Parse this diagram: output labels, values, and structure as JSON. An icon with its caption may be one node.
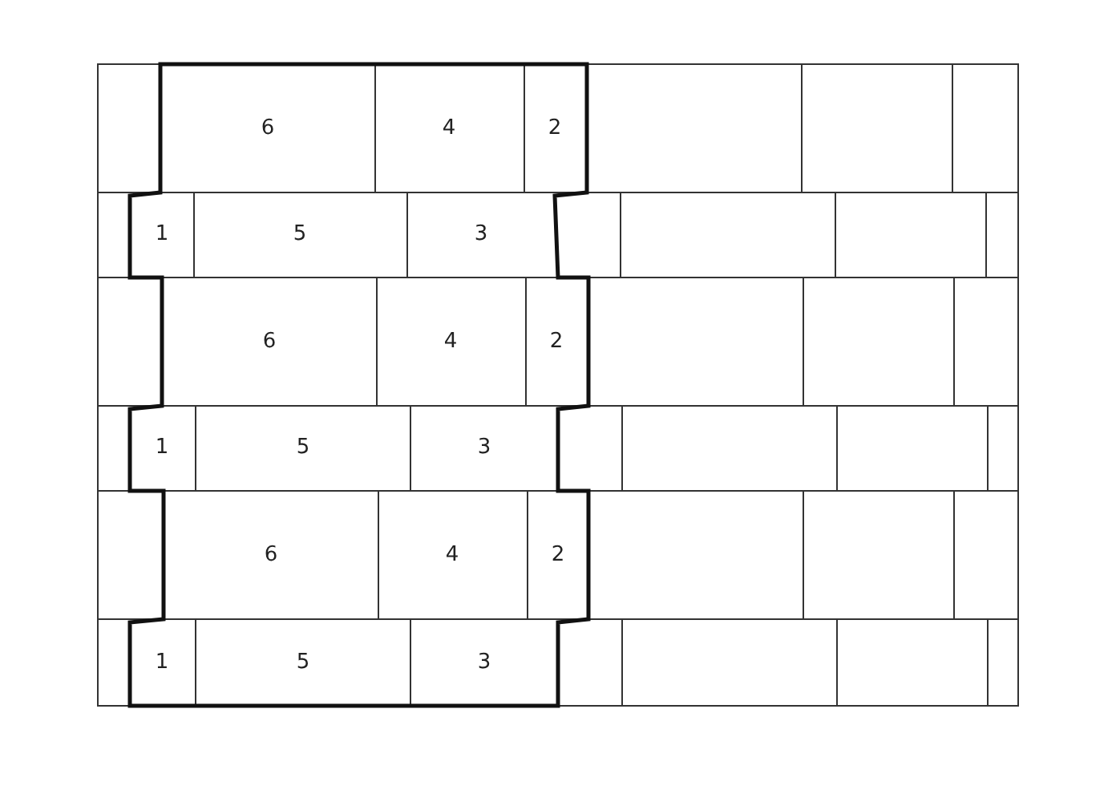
{
  "diagram": {
    "labels": [
      "6",
      "4",
      "2",
      "1",
      "5",
      "3",
      "6",
      "4",
      "2",
      "1",
      "5",
      "3",
      "6",
      "4",
      "2",
      "1",
      "5",
      "3"
    ]
  }
}
